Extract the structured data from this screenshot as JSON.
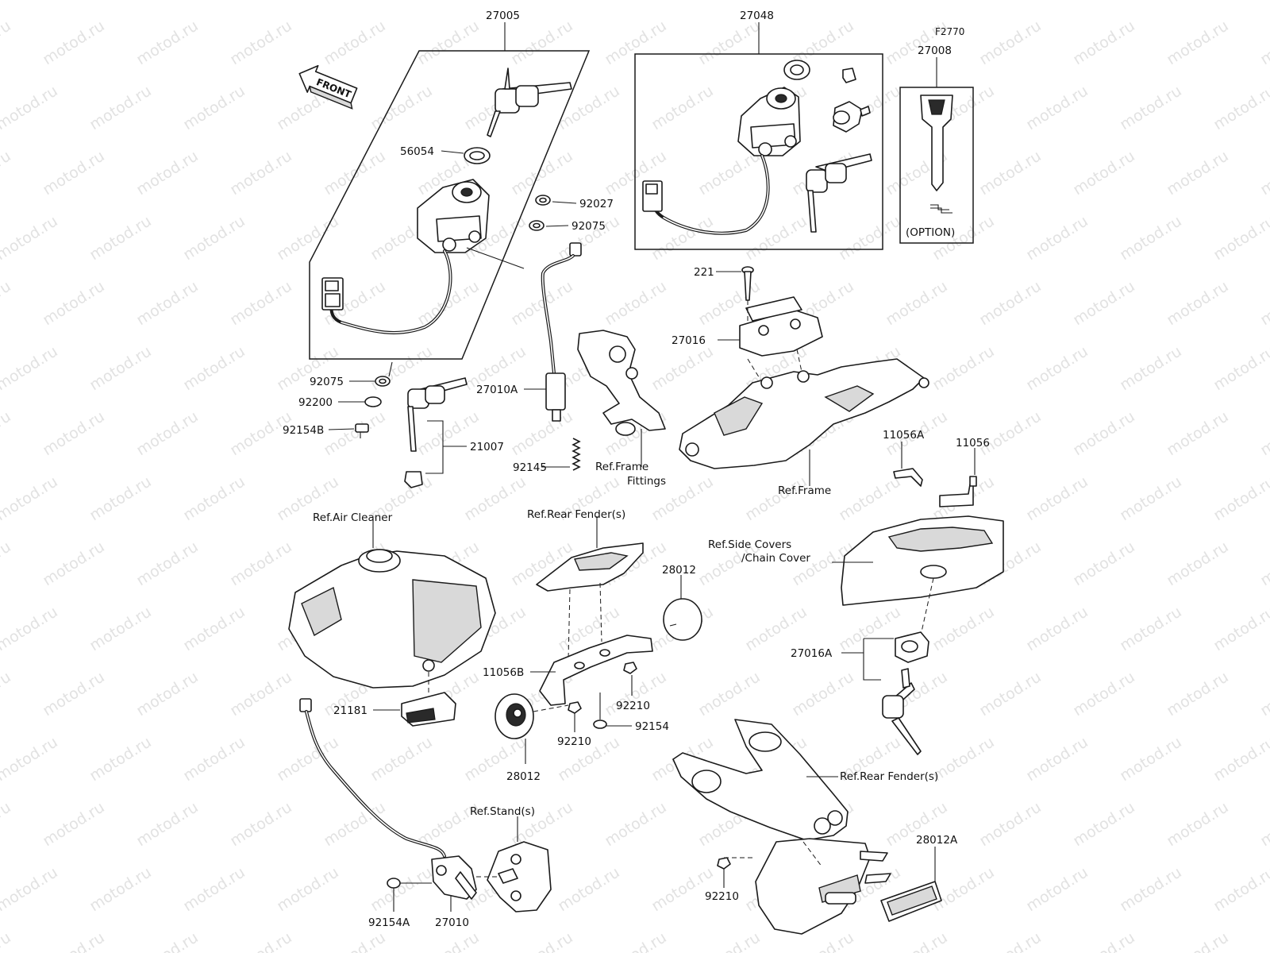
{
  "figure_code": "F2770",
  "watermark": "motod.ru",
  "front_label": "FRONT",
  "option_label": "(OPTION)",
  "parts": {
    "p27005": "27005",
    "p27048": "27048",
    "p27008": "27008",
    "p56054": "56054",
    "p92027": "92027",
    "p92075_top": "92075",
    "p92075_left": "92075",
    "p92200": "92200",
    "p92154B": "92154B",
    "p21007": "21007",
    "p27010A": "27010A",
    "p92145": "92145",
    "p221": "221",
    "p27016": "27016",
    "p11056A": "11056A",
    "p11056": "11056",
    "p28012_right": "28012",
    "p11056B": "11056B",
    "p92210_a": "92210",
    "p92210_b": "92210",
    "p92154": "92154",
    "p28012_bottom": "28012",
    "p27016A": "27016A",
    "p21181": "21181",
    "p92154A": "92154A",
    "p27010": "27010",
    "p92210_c": "92210",
    "p28012A": "28012A"
  },
  "refs": {
    "frame_fittings_1": "Ref.Frame",
    "frame_fittings_2": "Fittings",
    "frame": "Ref.Frame",
    "air_cleaner": "Ref.Air Cleaner",
    "rear_fender_top": "Ref.Rear Fender(s)",
    "side_covers_1": "Ref.Side Covers",
    "side_covers_2": "/Chain Cover",
    "rear_fender_bottom": "Ref.Rear Fender(s)",
    "stands": "Ref.Stand(s)"
  }
}
